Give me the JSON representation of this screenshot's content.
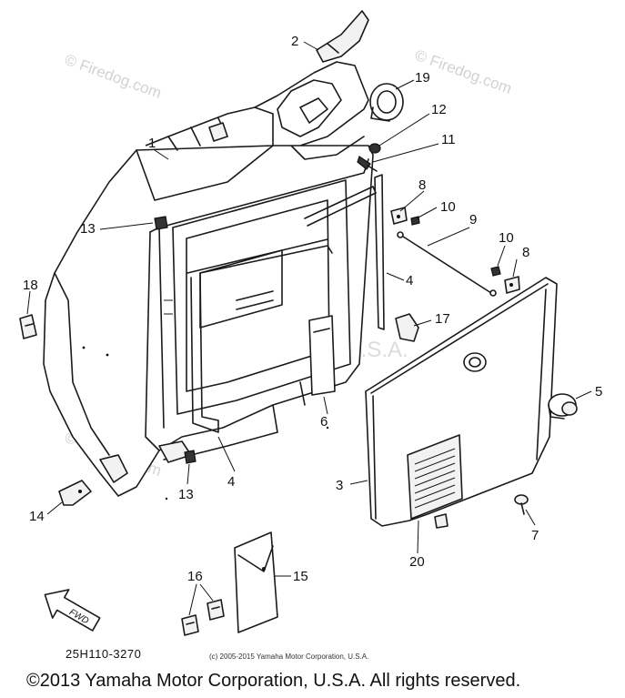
{
  "watermarks": {
    "firedog": "© Firedog.com",
    "center": "Yamaha Motor Corp., U.S.A."
  },
  "callouts": [
    "1",
    "2",
    "3",
    "4",
    "4",
    "5",
    "6",
    "7",
    "8",
    "8",
    "9",
    "10",
    "10",
    "11",
    "12",
    "13",
    "13",
    "14",
    "15",
    "16",
    "17",
    "18",
    "19",
    "20"
  ],
  "fwd_arrow_label": "FWD",
  "part_code": "25H110-3270",
  "small_copyright": "(c) 2005-2015 Yamaha Motor Corporation, U.S.A.",
  "copyright": "©2013 Yamaha Motor Corporation, U.S.A. All rights reserved."
}
